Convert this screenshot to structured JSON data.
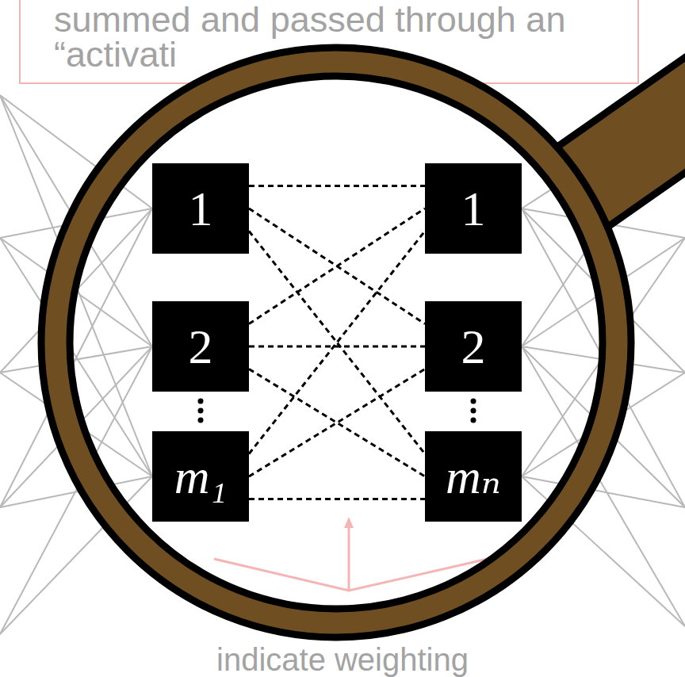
{
  "diagram": {
    "nodes": [
      {
        "text": [
          "1"
        ]
      },
      {
        "text": [
          "2"
        ]
      },
      {
        "text": [
          "m₁"
        ]
      },
      {
        "text": [
          "1"
        ]
      },
      {
        "text": [
          "2"
        ]
      },
      {
        "text": [
          "mₙ"
        ]
      }
    ],
    "edges": [
      {
        "from": 0,
        "to": 3,
        "arrow": "none"
      },
      {
        "from": 0,
        "to": 4,
        "arrow": "none"
      },
      {
        "from": 0,
        "to": 5,
        "arrow": "none"
      },
      {
        "from": 1,
        "to": 3,
        "arrow": "none"
      },
      {
        "from": 1,
        "to": 4,
        "arrow": "none"
      },
      {
        "from": 1,
        "to": 5,
        "arrow": "none"
      },
      {
        "from": 2,
        "to": 3,
        "arrow": "none"
      },
      {
        "from": 2,
        "to": 4,
        "arrow": "none"
      },
      {
        "from": 2,
        "to": 5,
        "arrow": "none"
      }
    ],
    "labels": [
      "summed and passed through an",
      "“activati",
      "indicate weighting"
    ]
  }
}
